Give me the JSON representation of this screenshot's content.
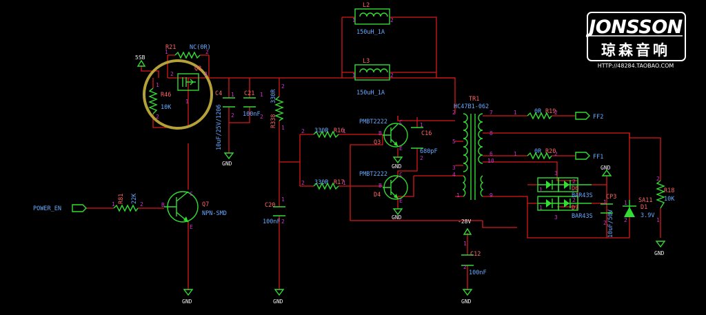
{
  "watermark": {
    "brand": "JONSSON",
    "chinese": "琼森音响",
    "url": "HTTP://48284.TAOBAO.COM"
  },
  "nets": {
    "power_en": "POWER_EN",
    "v5sb": "5SB",
    "ff2": "FF2",
    "ff1": "FF1",
    "minus28": "-28V",
    "gnd": "GND"
  },
  "components": {
    "r21": {
      "ref": "R21",
      "value": "NC(0R)"
    },
    "q8": {
      "ref": "Q8"
    },
    "r46": {
      "ref": "R46",
      "value": "10K"
    },
    "c4": {
      "ref": "C4",
      "value": "10uF/25V/1206"
    },
    "c21": {
      "ref": "C21",
      "value": "100nF"
    },
    "r338": {
      "ref": "R338",
      "value": "330R"
    },
    "c20": {
      "ref": "C20",
      "value": "100nF"
    },
    "r81": {
      "ref": "R81",
      "value": "22K"
    },
    "q7": {
      "ref": "Q7",
      "value": "NPN-SMD"
    },
    "l2": {
      "ref": "L2",
      "value": "150uH_1A"
    },
    "l3": {
      "ref": "L3",
      "value": "150uH_1A"
    },
    "r16": {
      "ref": "R16",
      "value": "330R"
    },
    "r17": {
      "ref": "R17",
      "value": "330R"
    },
    "q3": {
      "ref": "Q3",
      "value": "PMBT2222"
    },
    "d4": {
      "ref": "D4",
      "value": "PMBT2222"
    },
    "c16": {
      "ref": "C16",
      "value": "680pF"
    },
    "tr1": {
      "ref": "TR1",
      "value": "HC47B1-062"
    },
    "r19": {
      "ref": "R19",
      "value": "0R"
    },
    "r20": {
      "ref": "R20",
      "value": "0R"
    },
    "d6": {
      "ref": "D6",
      "value": "BAR43S"
    },
    "d7": {
      "ref": "D7",
      "value": "BAR43S"
    },
    "cp3": {
      "ref": "CP3",
      "value": "10uF/50V"
    },
    "d1": {
      "ref": "D1",
      "value": "3.9V",
      "extra": "SA11"
    },
    "r18": {
      "ref": "R18",
      "value": "10K"
    },
    "c12": {
      "ref": "C12",
      "value": "100nF"
    }
  },
  "pins": {
    "p1": "1",
    "p2": "2",
    "p3": "3",
    "p4": "4",
    "p5": "5",
    "p6": "6",
    "p7": "7",
    "p8": "8",
    "p9": "9",
    "p10": "10",
    "b": "B",
    "c": "C",
    "e": "E"
  },
  "colors": {
    "wire": "#d81818",
    "component": "#33dd33",
    "pin_number": "#cc33cc",
    "label": "#66aaff",
    "highlight_ring": "#b5a13a"
  }
}
